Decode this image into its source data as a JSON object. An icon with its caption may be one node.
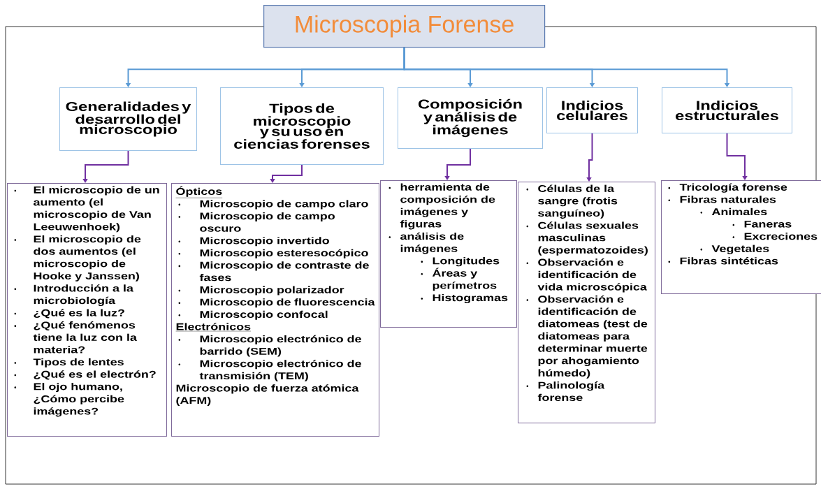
{
  "diagram": {
    "nodes": [
      {
        "text": [
          "Microscopia Forense"
        ]
      },
      {
        "text": [
          "Generalidades y desarrollo del microscopio"
        ]
      },
      {
        "text": [
          "Tipos de microscopio y su uso en ciencias forenses"
        ]
      },
      {
        "text": [
          "Composición y análisis de imágenes"
        ]
      },
      {
        "text": [
          "Indicios celulares"
        ]
      },
      {
        "text": [
          "Indicios estructurales"
        ]
      },
      {
        "text": [
          "El microscopio de un aumento (el microscopio de Van Leeuwenhoek)",
          "El microscopio de dos aumentos (el microscopio de Hooke y Janssen)",
          "Introducción a la microbiología",
          "¿Qué es la luz?",
          "¿Qué fenómenos tiene la luz con la materia?",
          "Tipos de lentes",
          "¿Qué es el electrón?",
          "El ojo humano, ¿Cómo percibe imágenes?"
        ]
      },
      {
        "text": [
          "Ópticos",
          "Microscopio de campo claro",
          "Microscopio de campo oscuro",
          "Microscopio invertido",
          "Microscopio esteresocópico",
          "Microscopio de contraste de fases",
          "Microscopio polarizador",
          "Microscopio de fluorescencia",
          "Microscopio confocal",
          "Electrónicos",
          "Microscopio electrónico de barrido (SEM)",
          "Microscopio electrónico de transmisión (TEM)",
          "Microscopio de fuerza atómica (AFM)"
        ]
      },
      {
        "text": [
          "herramienta de composición de imágenes y figuras",
          "análisis de imágenes",
          "Longitudes",
          "Áreas y perímetros",
          "Histogramas"
        ]
      },
      {
        "text": [
          "Células de la sangre (frotis sanguíneo)",
          "Células sexuales masculinas (espermatozoides)",
          "Observación e identificación de vida microscópica",
          "Observación e identificación de diatomeas (test de diatomeas para determinar muerte por ahogamiento húmedo)",
          "Palinología forense"
        ]
      },
      {
        "text": [
          "Tricología forense",
          "Fibras naturales",
          "Animales",
          "Faneras",
          "Excreciones",
          "Vegetales",
          "Fibras sintéticas"
        ]
      }
    ],
    "edges": [
      {
        "from": 0,
        "to": 1,
        "arrow": "to",
        "color": "#5b9bd5"
      },
      {
        "from": 0,
        "to": 2,
        "arrow": "to",
        "color": "#5b9bd5"
      },
      {
        "from": 0,
        "to": 3,
        "arrow": "to",
        "color": "#5b9bd5"
      },
      {
        "from": 0,
        "to": 4,
        "arrow": "to",
        "color": "#5b9bd5"
      },
      {
        "from": 0,
        "to": 5,
        "arrow": "to",
        "color": "#5b9bd5"
      },
      {
        "from": 1,
        "to": 6,
        "arrow": "to",
        "color": "#7030a0"
      },
      {
        "from": 2,
        "to": 7,
        "arrow": "to",
        "color": "#7030a0"
      },
      {
        "from": 3,
        "to": 8,
        "arrow": "to",
        "color": "#7030a0"
      },
      {
        "from": 4,
        "to": 9,
        "arrow": "to",
        "color": "#7030a0"
      },
      {
        "from": 5,
        "to": 10,
        "arrow": "to",
        "color": "#7030a0"
      }
    ]
  }
}
